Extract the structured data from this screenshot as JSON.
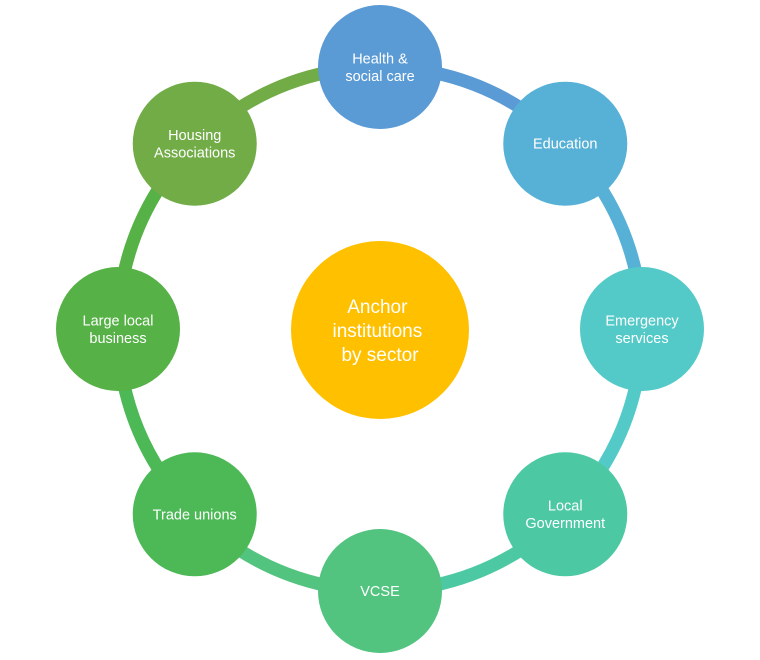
{
  "center": {
    "lines": [
      "Anchor",
      "institutions",
      "by sector"
    ],
    "color": "#FFC000"
  },
  "nodes": [
    {
      "id": "health-social-care",
      "lines": [
        "Health &",
        "social care"
      ],
      "color": "#5B9BD5"
    },
    {
      "id": "education",
      "lines": [
        "Education"
      ],
      "color": "#57B0D6"
    },
    {
      "id": "emergency-services",
      "lines": [
        "Emergency",
        "services"
      ],
      "color": "#53CAC8"
    },
    {
      "id": "local-government",
      "lines": [
        "Local",
        "Government"
      ],
      "color": "#4CC9A3"
    },
    {
      "id": "vcse",
      "lines": [
        "VCSE"
      ],
      "color": "#52C47F"
    },
    {
      "id": "trade-unions",
      "lines": [
        "Trade unions"
      ],
      "color": "#4CB956"
    },
    {
      "id": "large-local-business",
      "lines": [
        "Large local",
        "business"
      ],
      "color": "#56B146"
    },
    {
      "id": "housing-associations",
      "lines": [
        "Housing",
        "Associations"
      ],
      "color": "#71AC47"
    }
  ]
}
